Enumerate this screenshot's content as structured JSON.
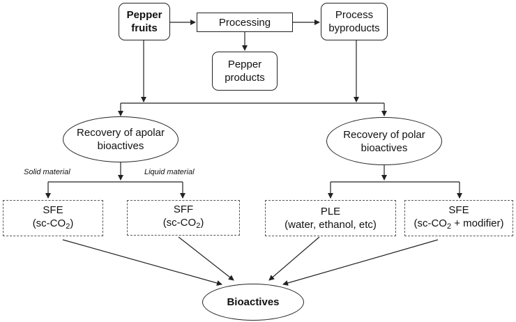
{
  "nodes": {
    "pepper_fruits": {
      "line1": "Pepper",
      "line2": "fruits"
    },
    "processing": {
      "text": "Processing"
    },
    "process_byproducts": {
      "line1": "Process",
      "line2": "byproducts"
    },
    "pepper_products": {
      "line1": "Pepper",
      "line2": "products"
    },
    "recovery_apolar": {
      "line1": "Recovery of apolar",
      "line2": "bioactives"
    },
    "recovery_polar": {
      "line1": "Recovery of polar",
      "line2": "bioactives"
    },
    "sfe_left": {
      "line1": "SFE",
      "line2_pre": "(sc-CO",
      "line2_sub": "2",
      "line2_post": ")"
    },
    "sff": {
      "line1": "SFF",
      "line2_pre": "(sc-CO",
      "line2_sub": "2",
      "line2_post": ")"
    },
    "ple": {
      "line1": "PLE",
      "line2": "(water, ethanol, etc)"
    },
    "sfe_right": {
      "line1": "SFE",
      "line2_pre": "(sc-CO",
      "line2_sub": "2",
      "line2_post": " + modifier)"
    },
    "bioactives": {
      "text": "Bioactives"
    }
  },
  "branch_labels": {
    "solid": "Solid material",
    "liquid": "Liquid material"
  },
  "colors": {
    "line": "#222222",
    "dashed_border": "#555555",
    "background": "#ffffff"
  }
}
